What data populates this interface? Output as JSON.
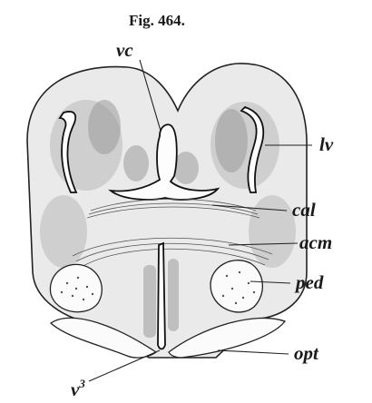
{
  "figure": {
    "caption": "Fig. 464.",
    "labels": {
      "vc": "vc",
      "lv": "lv",
      "cal": "cal",
      "acm": "acm",
      "ped": "ped",
      "opt": "opt",
      "v3_base": "v",
      "v3_sup": "3"
    }
  }
}
